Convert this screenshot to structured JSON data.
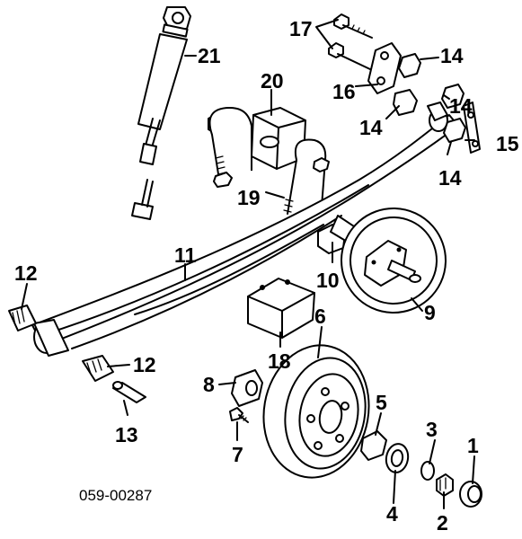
{
  "diagram_code": "059-00287",
  "labels": {
    "c1": "1",
    "c2": "2",
    "c3": "3",
    "c4": "4",
    "c5": "5",
    "c6": "6",
    "c7": "7",
    "c8": "8",
    "c9": "9",
    "c10": "10",
    "c11": "11",
    "c12a": "12",
    "c12b": "12",
    "c13": "13",
    "c14a": "14",
    "c14b": "14",
    "c14c": "14",
    "c14d": "14",
    "c15": "15",
    "c16": "16",
    "c17": "17",
    "c18": "18",
    "c19": "19",
    "c20": "20",
    "c21": "21"
  }
}
